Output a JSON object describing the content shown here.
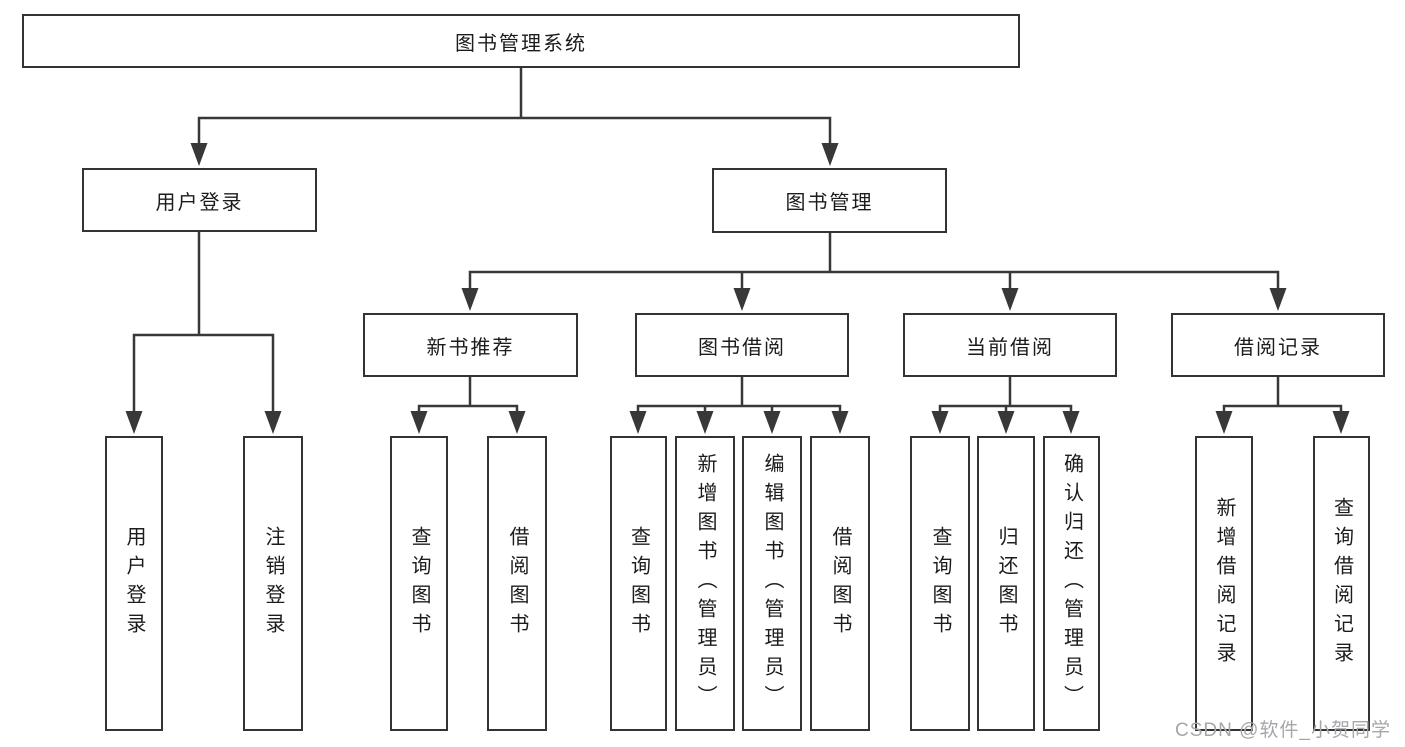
{
  "diagram": {
    "title": "图书管理系统",
    "type": "hierarchy",
    "colors": {
      "background": "#ffffff",
      "line": "#383838",
      "box_border": "#333333",
      "box_fill": "#ffffff",
      "text": "#1c1c1c",
      "watermark": "#a6a6ab"
    },
    "nodes": {
      "root": {
        "label": "图书管理系统"
      },
      "user_login": {
        "label": "用户登录"
      },
      "book_mgmt": {
        "label": "图书管理"
      },
      "new_book": {
        "label": "新书推荐"
      },
      "book_borrow": {
        "label": "图书借阅"
      },
      "current_borrow": {
        "label": "当前借阅"
      },
      "borrow_record": {
        "label": "借阅记录"
      },
      "leaf_user_login": {
        "label": "用户登录"
      },
      "leaf_logout": {
        "label": "注销登录"
      },
      "leaf_query_book_nb": {
        "label": "查询图书"
      },
      "leaf_borrow_book_nb": {
        "label": "借阅图书"
      },
      "leaf_query_book_bb": {
        "label": "查询图书"
      },
      "leaf_add_book": {
        "label": "新增图书（管理员）"
      },
      "leaf_edit_book": {
        "label": "编辑图书（管理员）"
      },
      "leaf_borrow_book_bb": {
        "label": "借阅图书"
      },
      "leaf_query_book_cb": {
        "label": "查询图书"
      },
      "leaf_return_book": {
        "label": "归还图书"
      },
      "leaf_confirm_return": {
        "label": "确认归还（管理员）"
      },
      "leaf_add_record": {
        "label": "新增借阅记录"
      },
      "leaf_query_record": {
        "label": "查询借阅记录"
      }
    },
    "edges": [
      [
        "root",
        "user_login"
      ],
      [
        "root",
        "book_mgmt"
      ],
      [
        "user_login",
        "leaf_user_login"
      ],
      [
        "user_login",
        "leaf_logout"
      ],
      [
        "book_mgmt",
        "new_book"
      ],
      [
        "book_mgmt",
        "book_borrow"
      ],
      [
        "book_mgmt",
        "current_borrow"
      ],
      [
        "book_mgmt",
        "borrow_record"
      ],
      [
        "new_book",
        "leaf_query_book_nb"
      ],
      [
        "new_book",
        "leaf_borrow_book_nb"
      ],
      [
        "book_borrow",
        "leaf_query_book_bb"
      ],
      [
        "book_borrow",
        "leaf_add_book"
      ],
      [
        "book_borrow",
        "leaf_edit_book"
      ],
      [
        "book_borrow",
        "leaf_borrow_book_bb"
      ],
      [
        "current_borrow",
        "leaf_query_book_cb"
      ],
      [
        "current_borrow",
        "leaf_return_book"
      ],
      [
        "current_borrow",
        "leaf_confirm_return"
      ],
      [
        "borrow_record",
        "leaf_add_record"
      ],
      [
        "borrow_record",
        "leaf_query_record"
      ]
    ]
  },
  "watermark": {
    "text": "CSDN @软件_小贺同学"
  }
}
